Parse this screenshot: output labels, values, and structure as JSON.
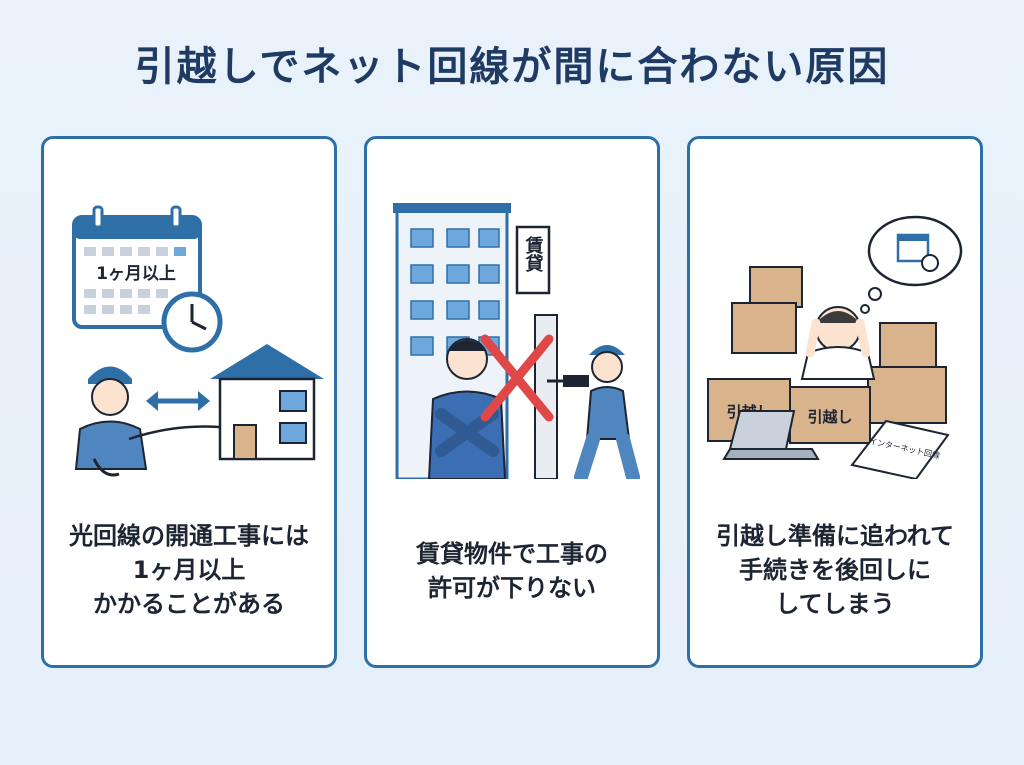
{
  "title": "引越しでネット回線が間に合わない原因",
  "cards": [
    {
      "caption_lines": [
        "光回線の開通工事には",
        "1ヶ月以上",
        "かかることがある"
      ],
      "calendar_label": "1ヶ月以上"
    },
    {
      "caption_lines": [
        "賃貸物件で工事の",
        "許可が下りない"
      ],
      "sign_label": "賃貸"
    },
    {
      "caption_lines": [
        "引越し準備に追われて",
        "手続きを後回しに",
        "してしまう"
      ],
      "box_label": "引越し",
      "box_label_2": "引越し",
      "document_label": "インターネット回線"
    }
  ],
  "colors": {
    "accent": "#2f6fa8",
    "title": "#1f3b63",
    "cross": "#e04848"
  }
}
